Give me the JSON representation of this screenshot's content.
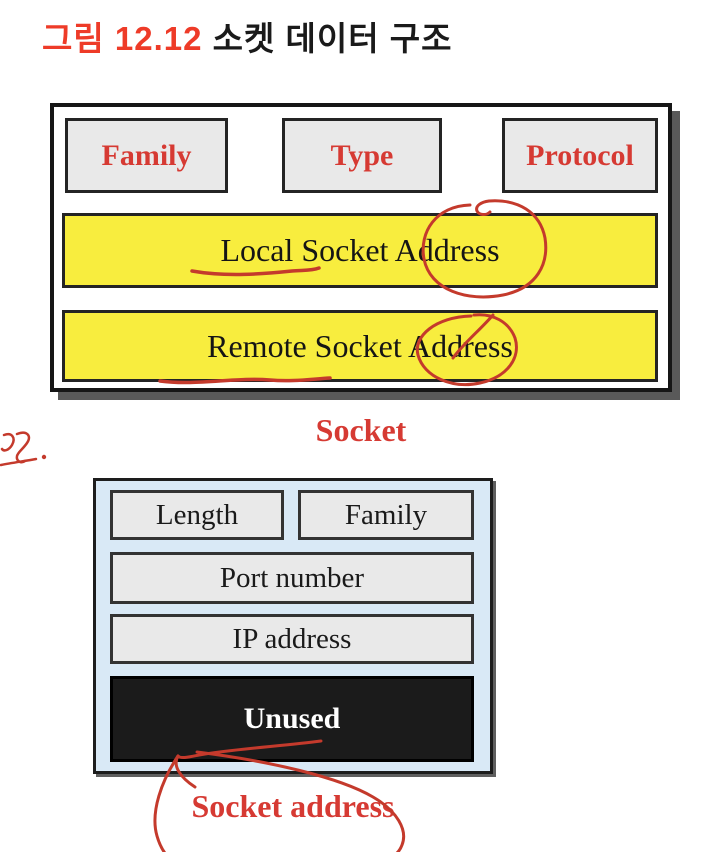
{
  "title": {
    "figure_label": "그림",
    "figure_number": "12.12",
    "text": "소켓 데이터 구조"
  },
  "socket_struct": {
    "fields": [
      {
        "label": "Family"
      },
      {
        "label": "Type"
      },
      {
        "label": "Protocol"
      }
    ],
    "rows": [
      {
        "label": "Local Socket Address"
      },
      {
        "label": "Remote Socket Address"
      }
    ],
    "caption": "Socket"
  },
  "socket_address_struct": {
    "top_row": [
      {
        "label": "Length"
      },
      {
        "label": "Family"
      }
    ],
    "rows": [
      {
        "label": "Port number"
      },
      {
        "label": "IP address"
      }
    ],
    "unused_label": "Unused",
    "caption": "Socket address"
  },
  "annotations": {
    "marks": [
      "circle-around-local-address",
      "underline-local-socket",
      "circle-around-remote-address",
      "underline-remote-socket",
      "handwritten-scribble-top-left",
      "loop-around-socket-address-caption"
    ],
    "pen_color": "#c43a2c"
  },
  "colors": {
    "title_red": "#ee3b28",
    "label_red": "#d63a33",
    "row_yellow": "#f8ed3e",
    "box_gray": "#e9e9e9",
    "panel_blue": "#d9e9f6",
    "unused_black": "#1b1b1b",
    "shadow_gray": "#595959"
  }
}
